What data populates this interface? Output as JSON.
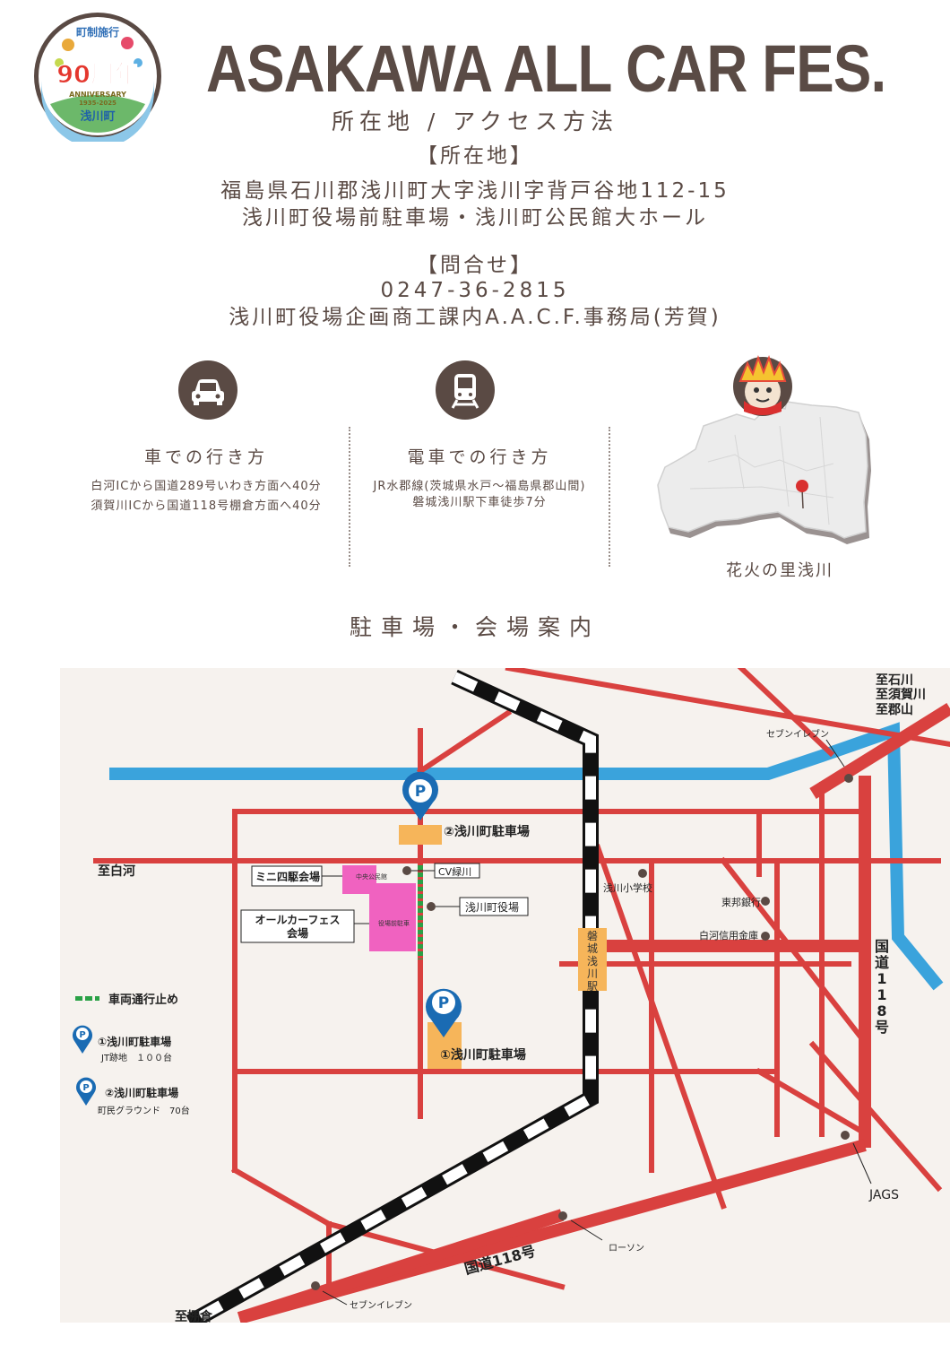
{
  "header": {
    "logo": {
      "top_text": "町制施行",
      "big_text": "90周年",
      "anniversary": "ANNIVERSARY",
      "years": "1935-2025",
      "town": "浅川町"
    },
    "title": "ASAKAWA ALL CAR FES.",
    "subtitle": "所在地 / アクセス方法"
  },
  "location": {
    "heading": "【所在地】",
    "address": "福島県石川郡浅川町大字浅川字背戸谷地112-15",
    "venue": "浅川町役場前駐車場・浅川町公民館大ホール"
  },
  "contact": {
    "heading": "【問合せ】",
    "phone": "0247-36-2815",
    "office": "浅川町役場企画商工課内A.A.C.F.事務局(芳賀)"
  },
  "access": {
    "car": {
      "icon": "car-icon",
      "title": "車での行き方",
      "line1": "白河ICから国道289号いわき方面へ40分",
      "line2": "須賀川ICから国道118号棚倉方面へ40分"
    },
    "train": {
      "icon": "train-icon",
      "title": "電車での行き方",
      "line1": "JR水郡線(茨城県水戸～福島県郡山間)",
      "line2": "磐城浅川駅下車徒歩7分"
    },
    "region": {
      "icon": "mascot-icon",
      "caption": "花火の里浅川"
    }
  },
  "guide_title": "駐車場・会場案内",
  "map": {
    "colors": {
      "road": "#d9413f",
      "river": "#3aa3dc",
      "venue": "#f062c0",
      "parking": "#f6b55a",
      "pin": "#1a6bb3",
      "bg": "#f6f2ee"
    },
    "directions": {
      "northeast_line1": "至石川",
      "northeast_line2": "至須賀川",
      "northeast_line3": "至郡山",
      "west": "至白河",
      "south": "至棚倉"
    },
    "route_label_vertical": [
      "国",
      "道",
      "1",
      "1",
      "8",
      "号"
    ],
    "route_label_bottom": "国道118号",
    "station": [
      "磐",
      "城",
      "浅",
      "川",
      "駅"
    ],
    "parking2_label": "②浅川町駐車場",
    "parking1_label": "①浅川町駐車場",
    "mini4wd": "ミニ四駆会場",
    "allcarfes_line1": "オールカーフェス",
    "allcarfes_line2": "会場",
    "chuo_kominkan": "中央公民館",
    "yakuba_mae": "役場前駐車",
    "cv_midorikawa": "CV緑川",
    "yakuba": "浅川町役場",
    "school": "浅川小学校",
    "toho_bank": "東邦銀行",
    "shirakawa_shinkin": "白河信用金庫",
    "seven_top": "セブンイレブン",
    "seven_bottom": "セブンイレブン",
    "lawson": "ローソン",
    "jags": "JAGS",
    "legend": {
      "closure": "車両通行止め",
      "p1_name": "①浅川町駐車場",
      "p1_detail": "JT跡地　１００台",
      "p2_name": "②浅川町駐車場",
      "p2_detail": "町民グラウンド　70台"
    }
  }
}
